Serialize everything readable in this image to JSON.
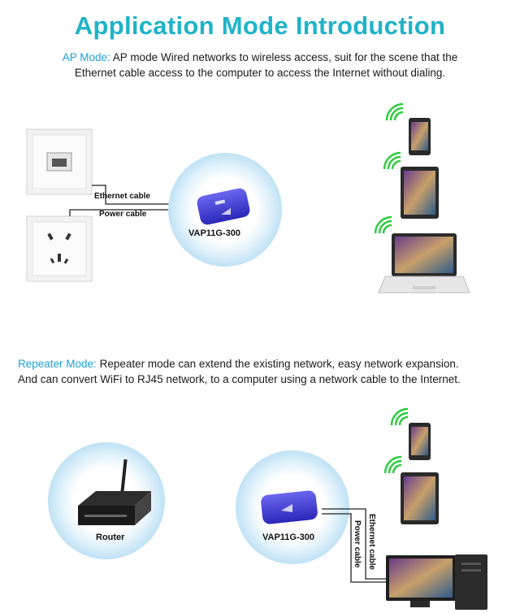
{
  "title": "Application Mode Introduction",
  "ap": {
    "mode_label": "AP Mode:",
    "line1": "AP mode Wired networks to wireless access, suit for the scene that the",
    "line2": "Ethernet cable access to the computer to access the Internet without dialing.",
    "ethernet_label": "Ethernet cable",
    "power_label": "Power cable",
    "device_label": "VAP11G-300"
  },
  "repeater": {
    "mode_label": "Repeater Mode:",
    "line1": "Repeater mode can extend the existing network, easy network expansion.",
    "line2": "And can convert WiFi to RJ45 network, to a computer using a network cable to the Internet.",
    "router_label": "Router",
    "device_label": "VAP11G-300",
    "ethernet_label": "Ethernet cable",
    "power_label": "Power cable"
  },
  "colors": {
    "title": "#1fb3c8",
    "mode_label": "#1ea0d9",
    "wifi": "#2ecc40",
    "halo": "#cfeaf8",
    "device": "#3d3ad8"
  }
}
